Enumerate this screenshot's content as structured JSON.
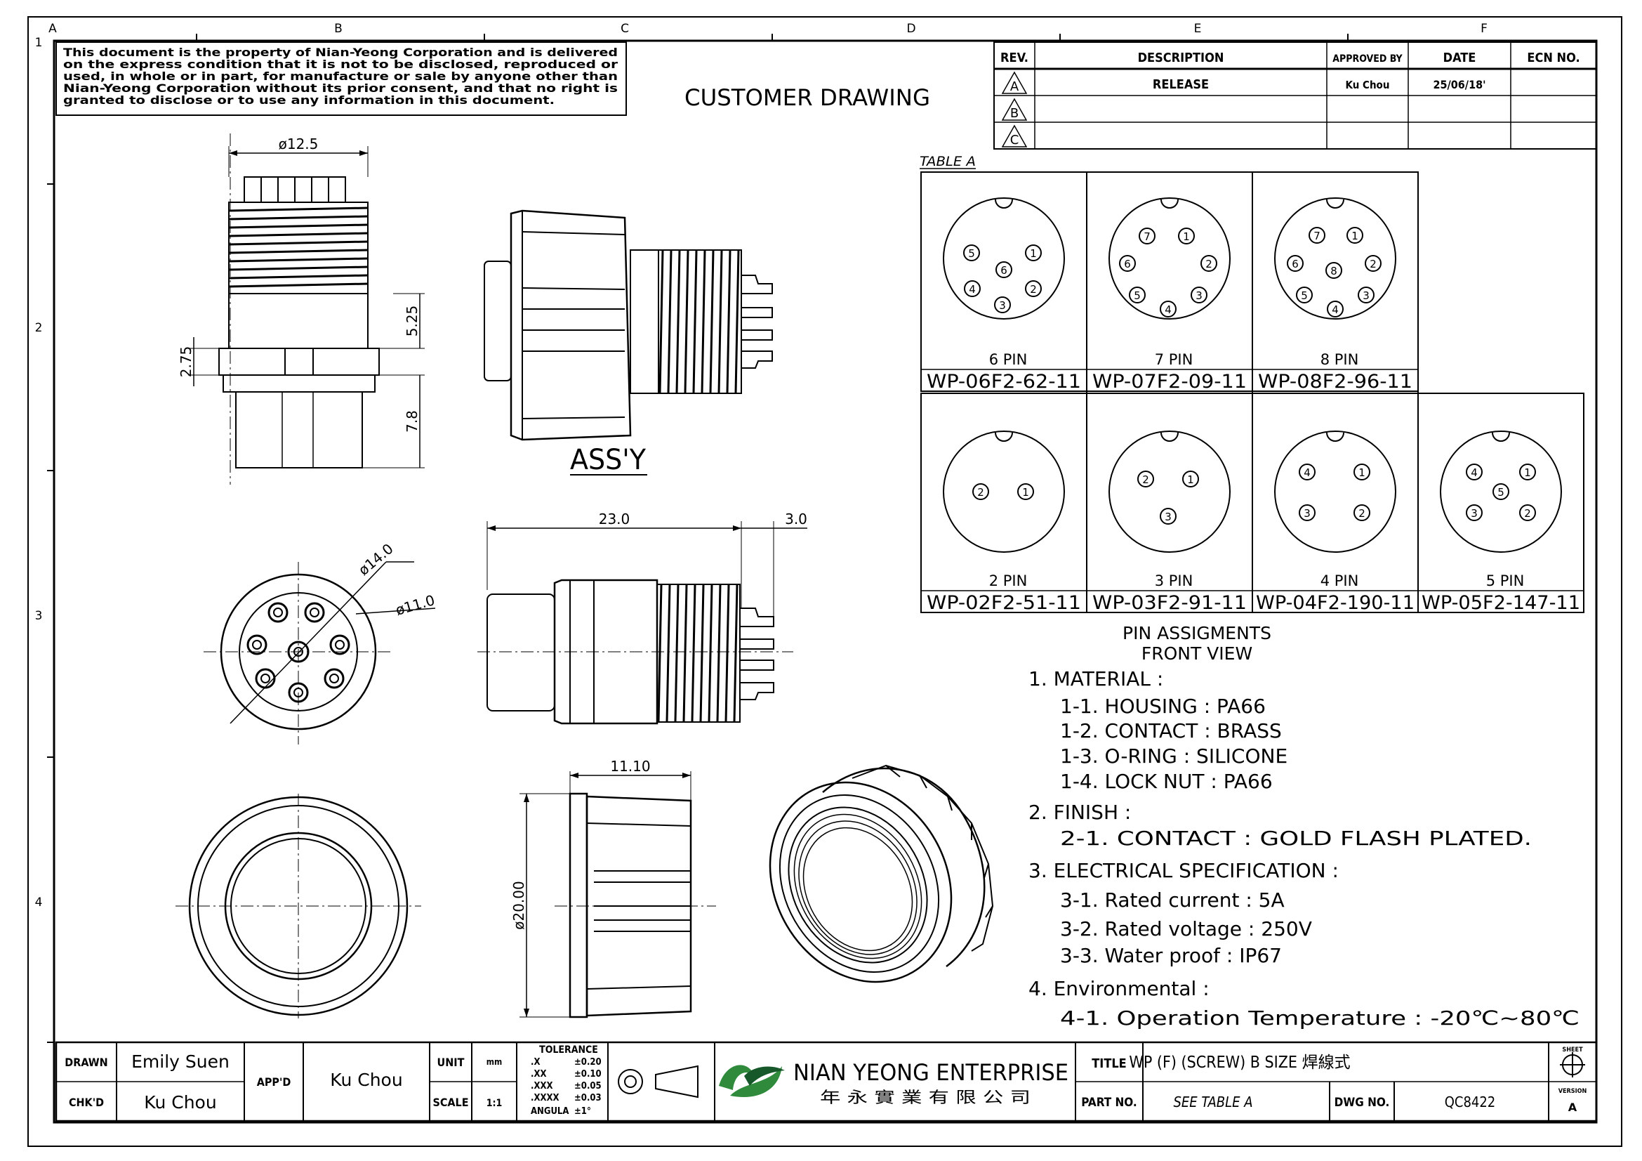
{
  "notice": [
    "This document is the property of Nian-Yeong Corporation and is delivered",
    "on  the  express condition that it is not to be disclosed, reproduced or",
    "used, in whole or in part, for manufacture or sale by anyone other than",
    "Nian-Yeong Corporation without  its prior consent, and that  no right  is",
    "granted to disclose or to use any information in this  document."
  ],
  "header_title": "CUSTOMER  DRAWING",
  "zone_letters": [
    "A",
    "B",
    "C",
    "D",
    "E",
    "F"
  ],
  "zone_numbers": [
    "1",
    "2",
    "3",
    "4"
  ],
  "revision": {
    "headers": [
      "REV.",
      "DESCRIPTION",
      "APPROVED BY",
      "DATE",
      "ECN NO."
    ],
    "rows": [
      {
        "rev": "A",
        "description": "RELEASE",
        "approved": "Ku Chou",
        "date": "25/06/18'",
        "ecn": ""
      },
      {
        "rev": "B",
        "description": "",
        "approved": "",
        "date": "",
        "ecn": ""
      },
      {
        "rev": "C",
        "description": "",
        "approved": "",
        "date": "",
        "ecn": ""
      }
    ]
  },
  "table_a": {
    "label": "TABLE A",
    "top": [
      {
        "pins": "6  PIN",
        "part": "WP-06F2-62-11"
      },
      {
        "pins": "7  PIN",
        "part": "WP-07F2-09-11"
      },
      {
        "pins": "8  PIN",
        "part": "WP-08F2-96-11"
      }
    ],
    "bottom": [
      {
        "pins": "2  PIN",
        "part": "WP-02F2-51-11"
      },
      {
        "pins": "3  PIN",
        "part": "WP-03F2-91-11"
      },
      {
        "pins": "4  PIN",
        "part": "WP-04F2-190-11"
      },
      {
        "pins": "5  PIN",
        "part": "WP-05F2-147-11"
      }
    ],
    "caption": [
      "PIN  ASSIGMENTS",
      "FRONT  VIEW"
    ]
  },
  "dimensions": {
    "d12_5": "ø12.5",
    "d5_25": "5.25",
    "d2_75": "2.75",
    "d7_8": "7.8",
    "d14": "ø14.0",
    "d11": "ø11.0",
    "d23": "23.0",
    "d3": "3.0",
    "d11_10": "11.10",
    "d20": "ø20.00"
  },
  "assy_label": "ASS'Y",
  "specs": [
    "1.  MATERIAL  :",
    "1-1.  HOUSING  :  PA66",
    "1-2.  CONTACT  :  BRASS",
    "1-3.  O-RING  :  SILICONE",
    "1-4.  LOCK  NUT  :  PA66",
    "2.  FINISH  :",
    "2-1.  CONTACT  :  GOLD  FLASH  PLATED.",
    "3.  ELECTRICAL  SPECIFICATION  :",
    "3-1.  Rated  current  :  5A",
    "3-2.  Rated  voltage  :  250V",
    "3-3.  Water  proof  :  IP67",
    "4.  Environmental  :",
    "4-1.  Operation  Temperature  :  -20℃~80℃"
  ],
  "title_block": {
    "drawn_label": "DRAWN",
    "drawn_value": "Emily Suen",
    "chkd_label": "CHK'D",
    "chkd_value": "Ku Chou",
    "appd_label": "APP'D",
    "appd_value": "Ku Chou",
    "unit_label": "UNIT",
    "unit_value": "mm",
    "scale_label": "SCALE",
    "scale_value": "1:1",
    "tolerance_label": "TOLERANCE",
    "tolerance_rows": [
      {
        "k": ".X",
        "v": "±0.20"
      },
      {
        "k": ".XX",
        "v": "±0.10"
      },
      {
        "k": ".XXX",
        "v": "±0.05"
      },
      {
        "k": ".XXXX",
        "v": "±0.03"
      },
      {
        "k": "ANGULA",
        "v": "±1°"
      }
    ],
    "company_en": "NIAN YEONG ENTERPRISE",
    "company_zh": "年 永 實 業 有 限 公 司",
    "title_label": "TITLE",
    "title_value": "WP (F) (SCREW) B SIZE 焊線式",
    "partno_label": "PART NO.",
    "partno_value": "SEE TABLE A",
    "dwgno_label": "DWG NO.",
    "dwgno_value": "QC8422",
    "sheet_label": "SHEET",
    "version_label": "VERSION",
    "version_value": "A"
  },
  "logo_colors": {
    "green": "#2f8a3b",
    "dark": "#17582a"
  }
}
